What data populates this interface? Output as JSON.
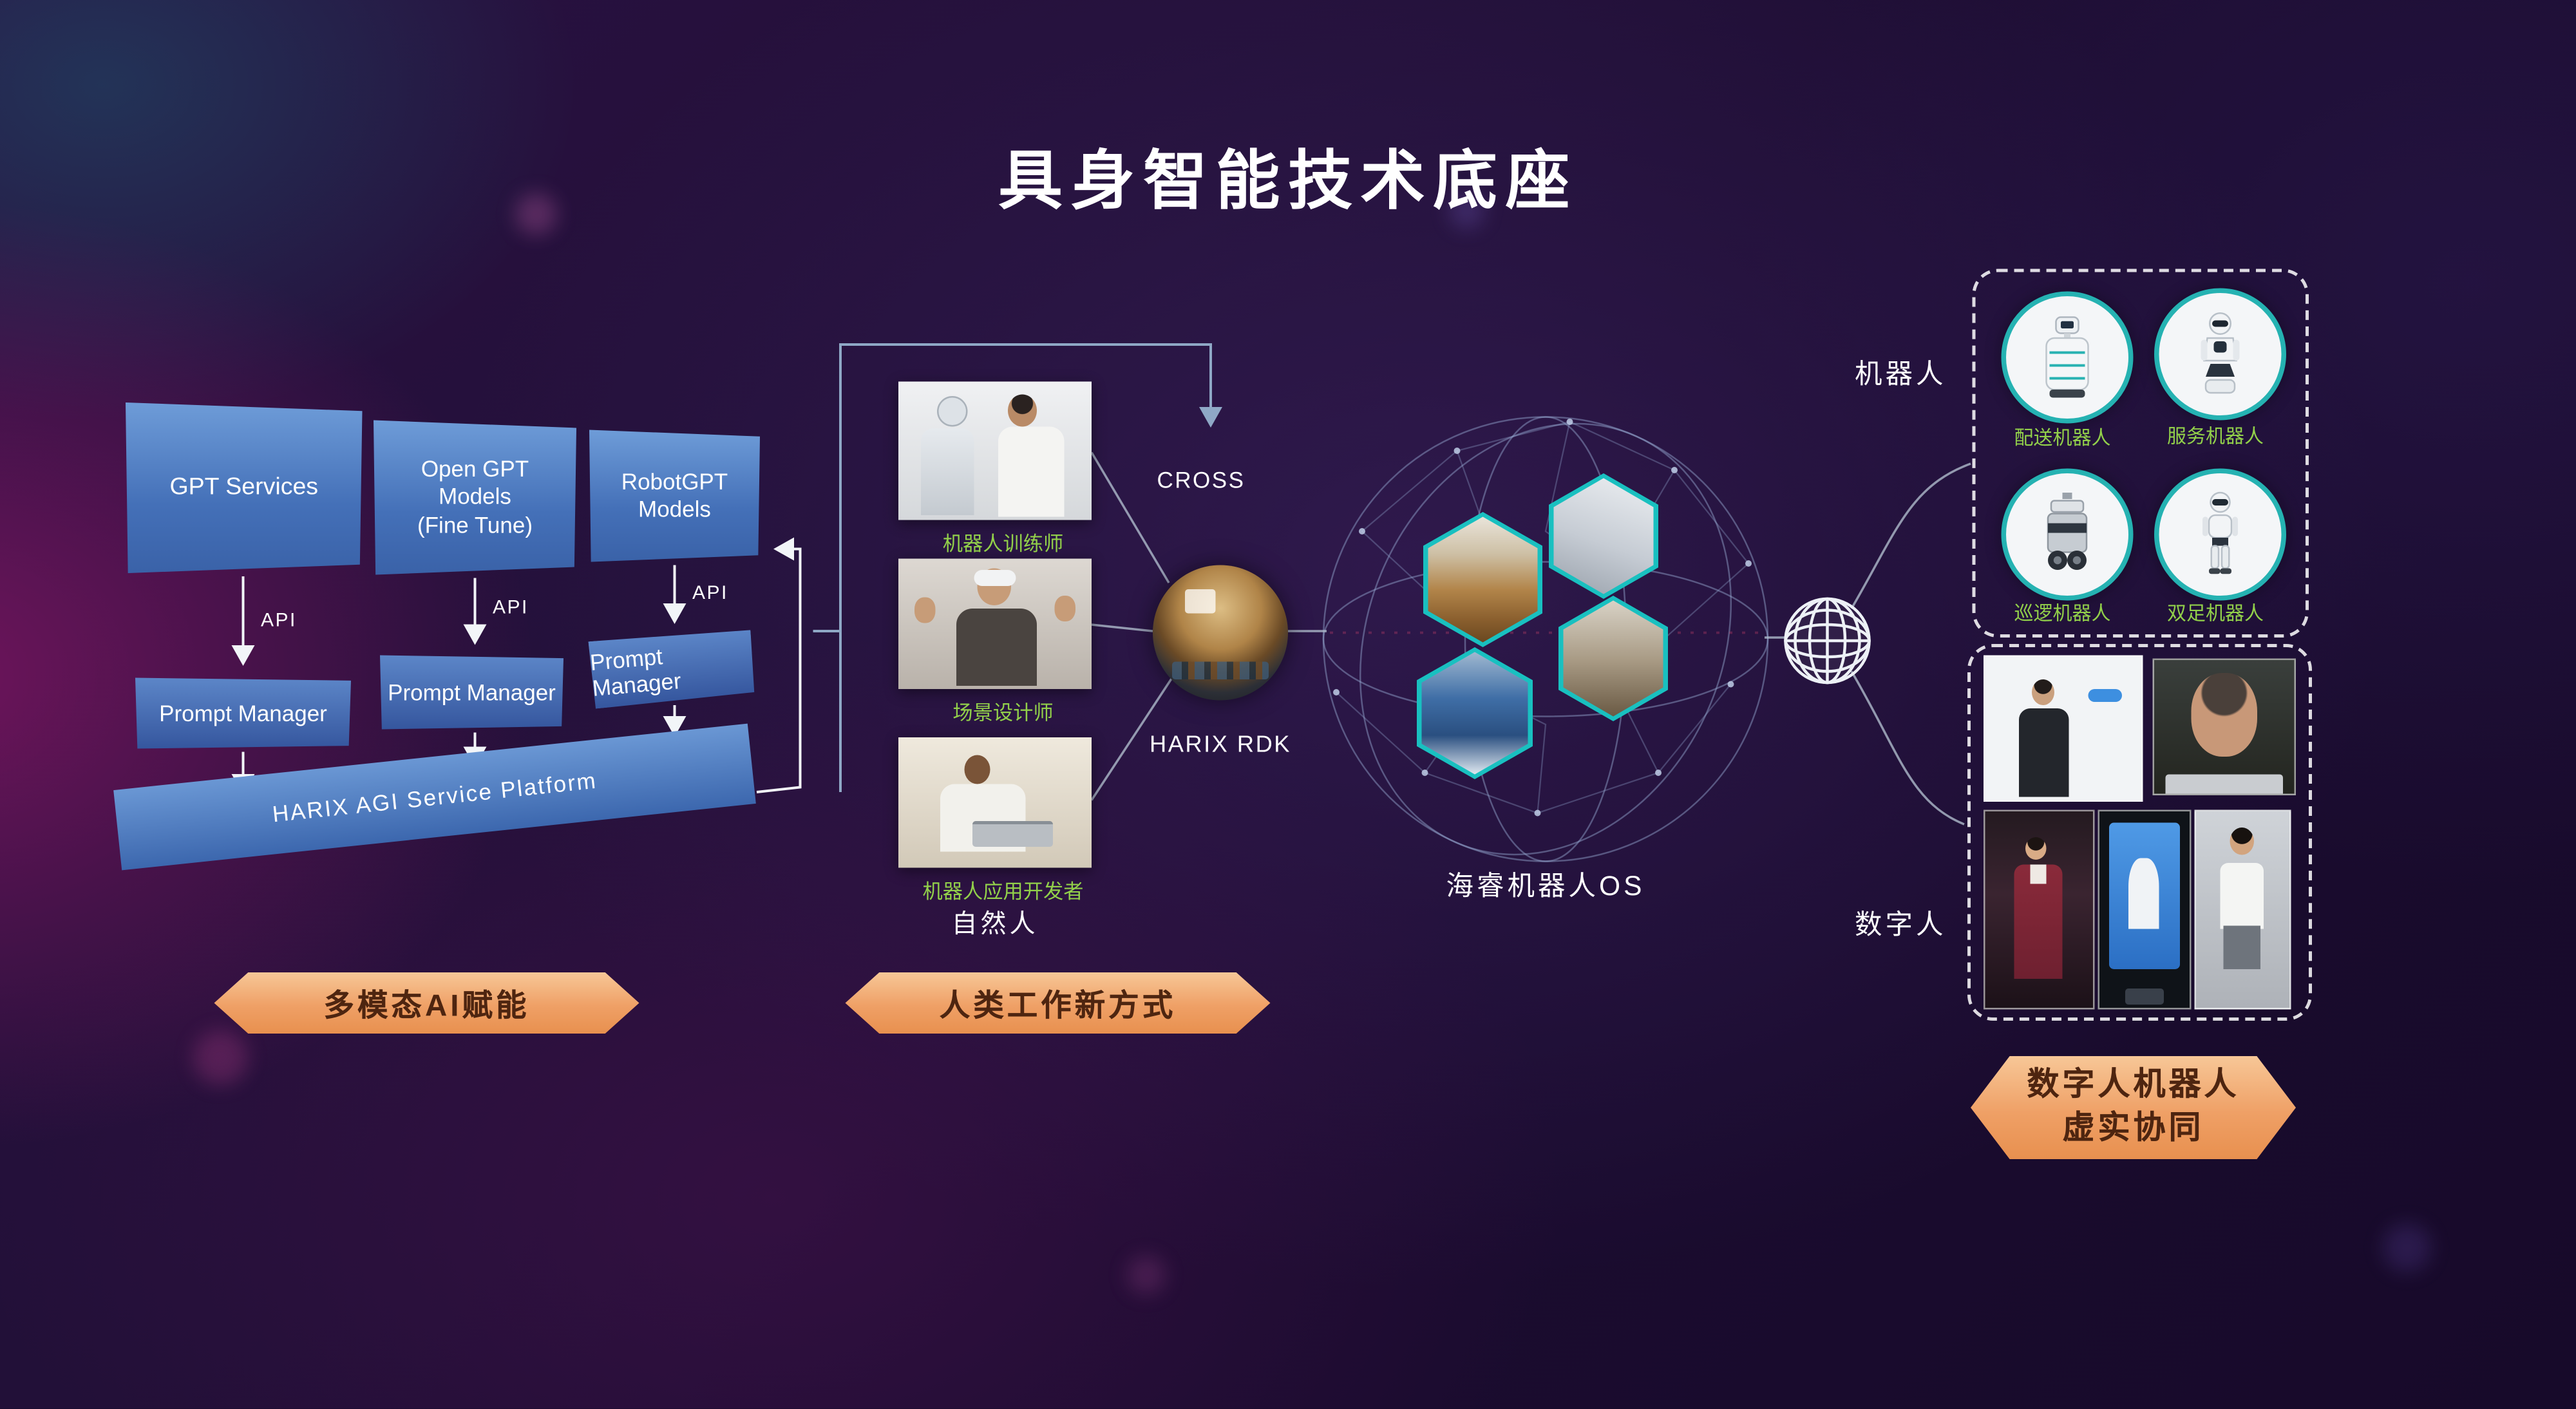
{
  "slide": {
    "title": "具身智能技术底座"
  },
  "ai_stack": {
    "boxes": [
      {
        "label": "GPT Services"
      },
      {
        "label": "Open GPT\nModels\n(Fine Tune)"
      },
      {
        "label": "RobotGPT\nModels"
      }
    ],
    "api_label": "API",
    "prompt_manager": "Prompt Manager",
    "platform": "HARIX AGI Service Platform",
    "banner": "多模态AI赋能"
  },
  "human": {
    "roles": [
      {
        "label": "机器人训练师"
      },
      {
        "label": "场景设计师"
      },
      {
        "label": "机器人应用开发者"
      }
    ],
    "group_label": "自然人",
    "cross": "CROSS",
    "rdk": "HARIX RDK",
    "banner": "人类工作新方式"
  },
  "os": {
    "label": "海睿机器人OS"
  },
  "robots": {
    "group_label": "机器人",
    "items": [
      {
        "label": "配送机器人"
      },
      {
        "label": "服务机器人"
      },
      {
        "label": "巡逻机器人"
      },
      {
        "label": "双足机器人"
      }
    ]
  },
  "digital": {
    "group_label": "数字人"
  },
  "collab": {
    "line1": "数字人机器人",
    "line2": "虚实协同"
  },
  "colors": {
    "banner_orange": "#efa066",
    "accent_teal": "#25b2b2",
    "label_green": "#92d04a",
    "box_blue": "#4470b8",
    "background": "#1b0c30"
  }
}
